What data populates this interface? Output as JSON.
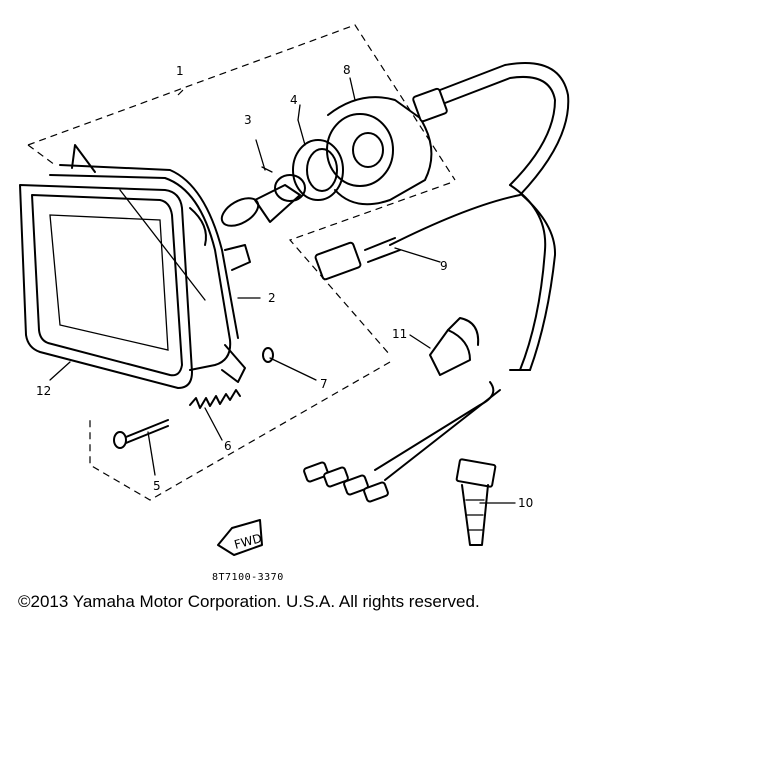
{
  "diagram": {
    "callouts": {
      "c1": "1",
      "c2": "2",
      "c3": "3",
      "c4": "4",
      "c5": "5",
      "c6": "6",
      "c7": "7",
      "c8": "8",
      "c9": "9",
      "c10": "10",
      "c11": "11",
      "c12": "12"
    },
    "fwd_marker": "FWD",
    "drawing_number": "8T7100-3370"
  },
  "footer": {
    "copyright": "©2013 Yamaha Motor Corporation. U.S.A. All rights reserved."
  }
}
